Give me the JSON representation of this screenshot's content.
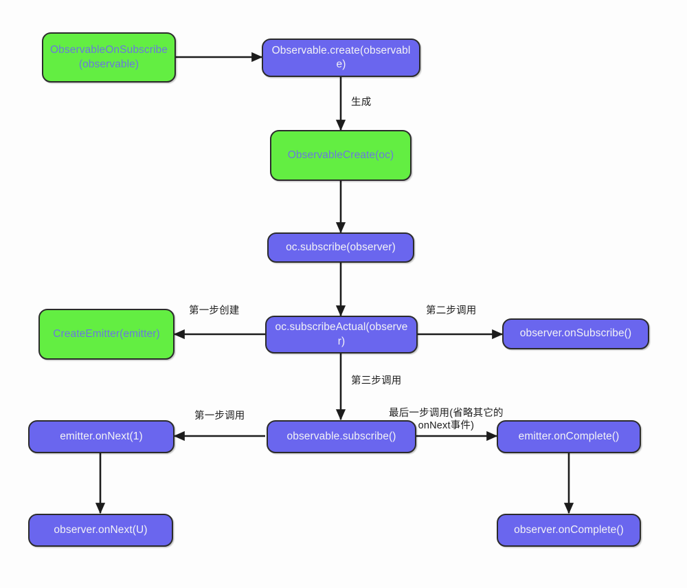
{
  "diagram": {
    "title": "RxJava Observable create/subscribe flow",
    "background_color": "#fdfdfd",
    "node_colors": {
      "green_fill": "#63ee42",
      "green_text": "#6a78dd",
      "blue_fill": "#6a66ee",
      "blue_text": "#f2f2f6",
      "border": "#2b2b2b",
      "edge": "#1c1c1c"
    },
    "nodes": [
      {
        "id": "n1",
        "label": "ObservableOnSubscribe(observable)",
        "color": "green"
      },
      {
        "id": "n2",
        "label": "Observable.create(observable)",
        "color": "blue"
      },
      {
        "id": "n3",
        "label": "ObservableCreate(oc)",
        "color": "green"
      },
      {
        "id": "n4",
        "label": "oc.subscribe(observer)",
        "color": "blue"
      },
      {
        "id": "n5",
        "label": "CreateEmitter(emitter)",
        "color": "green"
      },
      {
        "id": "n6",
        "label": "oc.subscribeActual(observer)",
        "color": "blue"
      },
      {
        "id": "n7",
        "label": "observer.onSubscribe()",
        "color": "blue"
      },
      {
        "id": "n8",
        "label": "emitter.onNext(1)",
        "color": "blue"
      },
      {
        "id": "n9",
        "label": "observable.subscribe()",
        "color": "blue"
      },
      {
        "id": "n10",
        "label": "emitter.onComplete()",
        "color": "blue"
      },
      {
        "id": "n11",
        "label": "observer.onNext(U)",
        "color": "blue"
      },
      {
        "id": "n12",
        "label": "observer.onComplete()",
        "color": "blue"
      }
    ],
    "edges": [
      {
        "from": "n1",
        "to": "n2",
        "label": ""
      },
      {
        "from": "n2",
        "to": "n3",
        "label": "生成"
      },
      {
        "from": "n3",
        "to": "n4",
        "label": ""
      },
      {
        "from": "n4",
        "to": "n6",
        "label": ""
      },
      {
        "from": "n6",
        "to": "n5",
        "label": "第一步创建"
      },
      {
        "from": "n6",
        "to": "n7",
        "label": "第二步调用"
      },
      {
        "from": "n6",
        "to": "n9",
        "label": "第三步调用"
      },
      {
        "from": "n9",
        "to": "n8",
        "label": "第一步调用"
      },
      {
        "from": "n9",
        "to": "n10",
        "label": "最后一步调用(省略其它的\nonNext事件)"
      },
      {
        "from": "n8",
        "to": "n11",
        "label": ""
      },
      {
        "from": "n10",
        "to": "n12",
        "label": ""
      }
    ],
    "edge_labels": {
      "generate": "生成",
      "step1_create": "第一步创建",
      "step2_call": "第二步调用",
      "step3_call": "第三步调用",
      "step1_call": "第一步调用",
      "last_call": "最后一步调用(省略其它的\nonNext事件)"
    }
  }
}
